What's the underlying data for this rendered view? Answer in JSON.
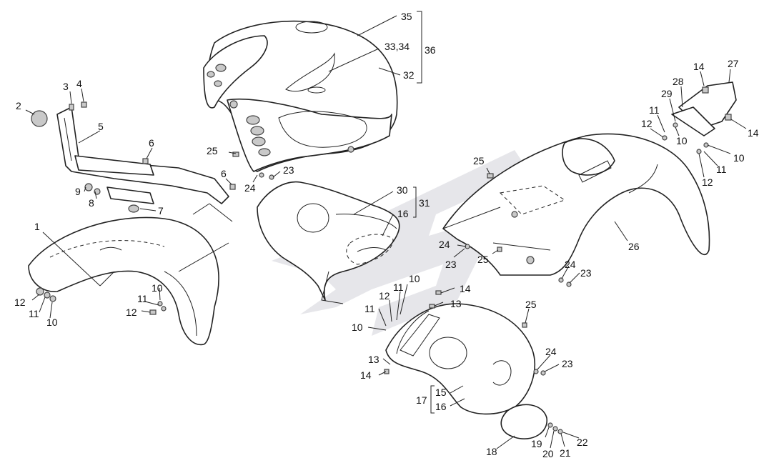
{
  "callouts": [
    {
      "id": "c1",
      "text": "1"
    },
    {
      "id": "c2",
      "text": "2"
    },
    {
      "id": "c3",
      "text": "3"
    },
    {
      "id": "c4",
      "text": "4"
    },
    {
      "id": "c5",
      "text": "5"
    },
    {
      "id": "c6a",
      "text": "6"
    },
    {
      "id": "c6b",
      "text": "6"
    },
    {
      "id": "c7",
      "text": "7"
    },
    {
      "id": "c8",
      "text": "8"
    },
    {
      "id": "c9",
      "text": "9"
    },
    {
      "id": "c12a",
      "text": "12"
    },
    {
      "id": "c11a",
      "text": "11"
    },
    {
      "id": "c10a",
      "text": "10"
    },
    {
      "id": "c10b",
      "text": "10"
    },
    {
      "id": "c11b",
      "text": "11"
    },
    {
      "id": "c12b",
      "text": "12"
    },
    {
      "id": "c25a",
      "text": "25"
    },
    {
      "id": "c24a",
      "text": "24"
    },
    {
      "id": "c23a",
      "text": "23"
    },
    {
      "id": "c35",
      "text": "35"
    },
    {
      "id": "c3334",
      "text": "33,34"
    },
    {
      "id": "c36",
      "text": "36"
    },
    {
      "id": "c32",
      "text": "32"
    },
    {
      "id": "c30",
      "text": "30"
    },
    {
      "id": "c31",
      "text": "31"
    },
    {
      "id": "c16a",
      "text": "16"
    },
    {
      "id": "c25b",
      "text": "25"
    },
    {
      "id": "c24b",
      "text": "24"
    },
    {
      "id": "c23b",
      "text": "23"
    },
    {
      "id": "c25c",
      "text": "25"
    },
    {
      "id": "c26",
      "text": "26"
    },
    {
      "id": "c24c",
      "text": "24"
    },
    {
      "id": "c23c",
      "text": "23"
    },
    {
      "id": "c14a",
      "text": "14"
    },
    {
      "id": "c27",
      "text": "27"
    },
    {
      "id": "c28",
      "text": "28"
    },
    {
      "id": "c29",
      "text": "29"
    },
    {
      "id": "c11c",
      "text": "11"
    },
    {
      "id": "c12c",
      "text": "12"
    },
    {
      "id": "c10c",
      "text": "10"
    },
    {
      "id": "c14b",
      "text": "14"
    },
    {
      "id": "c10d",
      "text": "10"
    },
    {
      "id": "c11d",
      "text": "11"
    },
    {
      "id": "c12d",
      "text": "12"
    },
    {
      "id": "c10e",
      "text": "10"
    },
    {
      "id": "c12e",
      "text": "12"
    },
    {
      "id": "c11e",
      "text": "11"
    },
    {
      "id": "c14c",
      "text": "14"
    },
    {
      "id": "c11f",
      "text": "11"
    },
    {
      "id": "c13a",
      "text": "13"
    },
    {
      "id": "c10f",
      "text": "10"
    },
    {
      "id": "c25d",
      "text": "25"
    },
    {
      "id": "c13b",
      "text": "13"
    },
    {
      "id": "c14d",
      "text": "14"
    },
    {
      "id": "c24d",
      "text": "24"
    },
    {
      "id": "c23d",
      "text": "23"
    },
    {
      "id": "c15",
      "text": "15"
    },
    {
      "id": "c17",
      "text": "17"
    },
    {
      "id": "c16b",
      "text": "16"
    },
    {
      "id": "c18",
      "text": "18"
    },
    {
      "id": "c19",
      "text": "19"
    },
    {
      "id": "c20",
      "text": "20"
    },
    {
      "id": "c21",
      "text": "21"
    },
    {
      "id": "c22",
      "text": "22"
    }
  ]
}
